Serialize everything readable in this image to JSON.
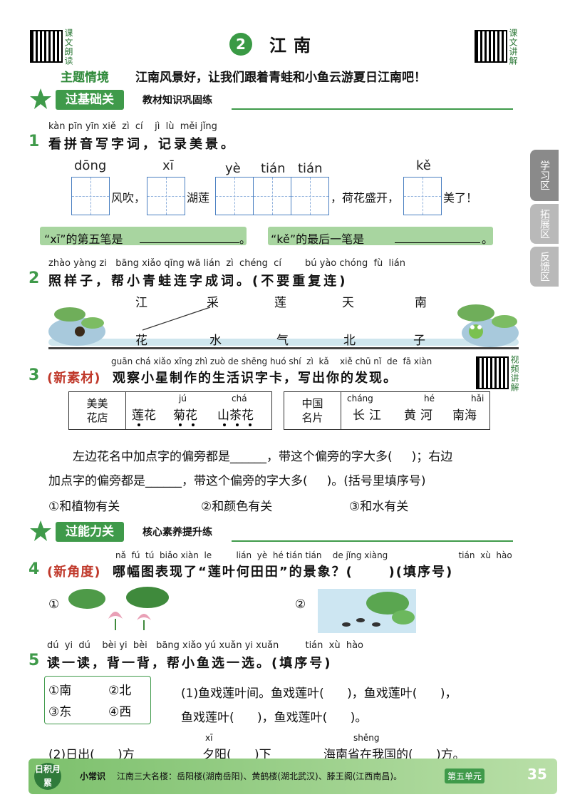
{
  "header": {
    "qr_left_label": "课文朗读",
    "qr_right_label": "课文讲解",
    "lesson_number": "2",
    "lesson_title": "江南",
    "theme_label": "主题情境",
    "theme_text": "江南风景好，让我们跟着青蛙和小鱼云游夏日江南吧！"
  },
  "side_tabs": [
    "学习区",
    "拓展区",
    "反馈区"
  ],
  "section1": {
    "title": "过基础关",
    "subtitle": "教材知识巩固练"
  },
  "q1": {
    "number": "1",
    "pinyin": "kàn pīn yīn xiě  zì  cí    jì  lù  měi jǐng",
    "text": "看拼音写字词，记录美景。",
    "py_dong": "dōng",
    "py_xi": "xī",
    "py_ye": "yè",
    "py_tian1": "tián",
    "py_tian2": "tián",
    "py_ke": "kě",
    "seg1": "风吹，",
    "seg2": "湖莲",
    "seg3": "，荷花盛开，",
    "seg4": "美了！",
    "sub1": "“xī”的第五笔是",
    "sub2": "“kě”的最后一笔是",
    "period": "。"
  },
  "q2": {
    "number": "2",
    "pinyin": "zhào yàng zi   bāng xiǎo qīng wā lián  zì  chéng  cí        bú yào chóng  fù  lián",
    "text": "照样子，帮小青蛙连字成词。(不要重复连)",
    "top_chars": [
      "江",
      "采",
      "莲",
      "天",
      "南"
    ],
    "bottom_chars": [
      "花",
      "水",
      "气",
      "北",
      "子"
    ]
  },
  "q3": {
    "number": "3",
    "tag": "(新素材)",
    "pinyin": "guān chá xiǎo xīng zhì zuò de shēng huó shí  zì  kǎ    xiě chū nǐ  de  fā xiàn",
    "text": "观察小星制作的生活识字卡，写出你的发现。",
    "qr_label": "视频讲解",
    "card1_head": [
      "美美",
      "花店"
    ],
    "card1_items": [
      "莲花",
      "菊花",
      "山茶花"
    ],
    "card1_py": [
      "jú",
      "chá"
    ],
    "card2_head": [
      "中国",
      "名片"
    ],
    "card2_items": [
      "长江",
      "黄河",
      "南海"
    ],
    "card2_py": [
      "cháng",
      "hé",
      "hǎi"
    ],
    "line1": "左边花名中加点字的偏旁都是______，带这个偏旁的字大多(     )；右边",
    "line2": "加点字的偏旁都是______，带这个偏旁的字大多(     )。(括号里填序号)",
    "options": [
      "①和植物有关",
      "②和颜色有关",
      "③和水有关"
    ]
  },
  "section2": {
    "title": "过能力关",
    "subtitle": "核心素养提升练"
  },
  "q4": {
    "number": "4",
    "tag": "(新角度)",
    "pinyin": "nǎ  fú  tú  biǎo xiàn  le         lián  yè  hé tián tián    de jǐng xiàng                          tián  xù  hào",
    "text": "哪幅图表现了“莲叶何田田”的景象？(      )(填序号)",
    "img1_label": "①",
    "img2_label": "②"
  },
  "q5": {
    "number": "5",
    "pinyin": "dú  yi  dú    bèi yi  bèi   bāng xiǎo yú xuǎn yi xuǎn         tián  xù  hào",
    "text": "读一读，背一背，帮小鱼选一选。(填序号)",
    "options": [
      "①南",
      "②北",
      "③东",
      "④西"
    ],
    "line1": "(1)鱼戏莲叶间。鱼戏莲叶(      )，鱼戏莲叶(      )，",
    "line2": "鱼戏莲叶(      )，鱼戏莲叶(      )。",
    "line3_a": "(2)日出(      )方",
    "py_xi": "xī",
    "line3_b": "夕阳(      )下",
    "py_sheng": "shěng",
    "line3_c": "海南省在我国的(      )方。"
  },
  "footer": {
    "badge": "日积月累",
    "tip_label": "小常识",
    "tip_text": "江南三大名楼：岳阳楼(湖南岳阳)、黄鹤楼(湖北武汉)、滕王阁(江西南昌)。",
    "unit": "第五单元",
    "page": "35"
  },
  "colors": {
    "green": "#3f9a4a",
    "blue_grid": "#4a7fc1",
    "highlight": "#a8d5a0",
    "tab_gray": "#b9b9b9"
  }
}
